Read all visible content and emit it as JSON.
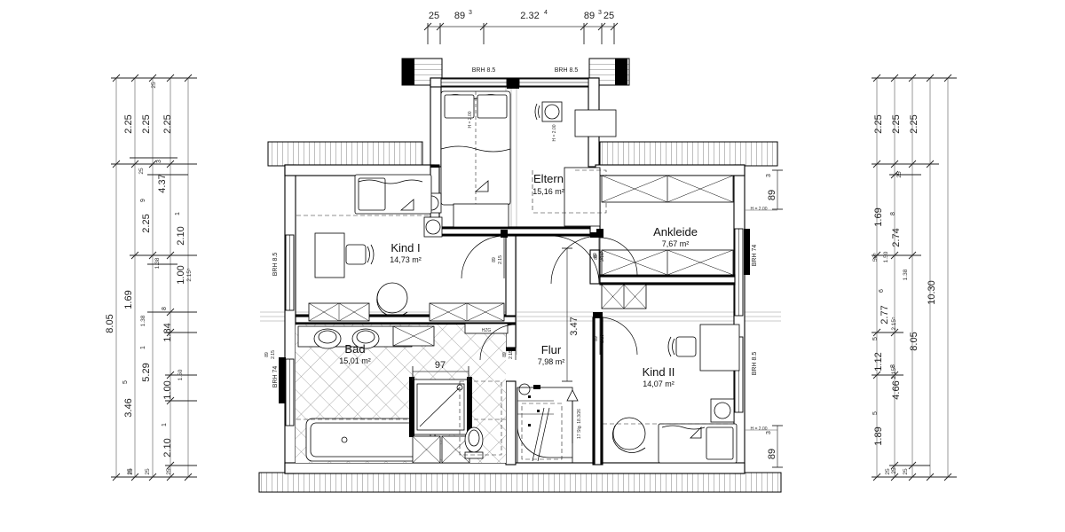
{
  "plan": {
    "type": "architectural-floor-plan",
    "language": "de",
    "description": "Grundriss Obergeschoss - upper floor plan",
    "rooms": [
      {
        "id": "eltern",
        "name": "Eltern",
        "area": "15,16 m²"
      },
      {
        "id": "kind1",
        "name": "Kind I",
        "area": "14,73 m²"
      },
      {
        "id": "ankleide",
        "name": "Ankleide",
        "area": "7,67 m²"
      },
      {
        "id": "bad",
        "name": "Bad",
        "area": "15,01 m²"
      },
      {
        "id": "flur",
        "name": "Flur",
        "area": "7,98 m²"
      },
      {
        "id": "kind2",
        "name": "Kind II",
        "area": "14,07 m²"
      }
    ],
    "top_dimensions": [
      {
        "value": "25",
        "sup": ""
      },
      {
        "value": "89",
        "sup": "3"
      },
      {
        "value": "2.32",
        "sup": "4"
      },
      {
        "value": "89",
        "sup": "3"
      },
      {
        "value": "25",
        "sup": ""
      }
    ],
    "left_dimensions": {
      "chain_outer": [
        {
          "value": "8.05",
          "sup": ""
        }
      ],
      "chain_mid": [
        {
          "value": "2.25",
          "sup": ""
        },
        {
          "value": "1.69",
          "sup": ""
        },
        {
          "value": "3.46",
          "sup": "5"
        },
        {
          "value": "25",
          "sup": ""
        }
      ],
      "chain_inner": [
        {
          "value": "2.25",
          "sup": ""
        },
        {
          "value": "2.25",
          "sup": "9"
        },
        {
          "value": "5.29",
          "sup": "1"
        },
        {
          "value": "25",
          "sup": ""
        }
      ],
      "chain_room": [
        {
          "value": "2.25",
          "sup": ""
        },
        {
          "value": "4.37",
          "sup": "3"
        },
        {
          "value": "2.10",
          "sup": "1"
        },
        {
          "value": "1.00",
          "sup": ""
        },
        {
          "value": "1.84",
          "sup": "8"
        },
        {
          "value": "1.00",
          "sup": ""
        },
        {
          "value": "2.10",
          "sup": "1"
        },
        {
          "value": "25",
          "sup": ""
        }
      ],
      "small_marks": [
        "25",
        "25",
        "1.38",
        "1.38",
        "1.50",
        "2.15⁵",
        "2.15⁵",
        "25",
        "25"
      ]
    },
    "right_dimensions": {
      "chain_outer": [
        {
          "value": "10.30",
          "sup": ""
        }
      ],
      "chain_mid": [
        {
          "value": "2.25",
          "sup": ""
        },
        {
          "value": "8.05",
          "sup": ""
        }
      ],
      "chain_inner": [
        {
          "value": "2.25",
          "sup": ""
        },
        {
          "value": "2.74",
          "sup": "8"
        },
        {
          "value": "2.77",
          "sup": "6"
        },
        {
          "value": "4.66",
          "sup": "8"
        },
        {
          "value": "25",
          "sup": ""
        }
      ],
      "chain_room": [
        {
          "value": "2.25",
          "sup": ""
        },
        {
          "value": "1.69",
          "sup": ""
        },
        {
          "value": "1.12",
          "sup": "5"
        },
        {
          "value": "1.89",
          "sup": "5"
        },
        {
          "value": "25",
          "sup": ""
        }
      ],
      "small_marks": [
        "25",
        "56⁵",
        "1.50",
        "1.38",
        "2.15⁵",
        "2.15⁵",
        "25"
      ]
    },
    "interior_dimensions": [
      {
        "id": "flur-width",
        "value": "3.47",
        "sup": ""
      },
      {
        "id": "shower-width",
        "value": "97",
        "sup": ""
      }
    ],
    "window_labels": [
      {
        "id": "top-left-window",
        "text": "BRH  8.5"
      },
      {
        "id": "top-right-window",
        "text": "BRH  8.5"
      },
      {
        "id": "left-upper-window",
        "text": "BRH  8.5"
      },
      {
        "id": "left-lower-window",
        "text": "BRH  74"
      },
      {
        "id": "right-upper-window",
        "text": "BRH  74"
      },
      {
        "id": "right-lower-window",
        "text": "BRH  8.5"
      }
    ],
    "height_labels": [
      {
        "id": "h-top-left",
        "text": "H = 2.00"
      },
      {
        "id": "h-top-right",
        "text": "H = 2.00"
      },
      {
        "id": "h-right-upper",
        "text": "H = 2.00"
      },
      {
        "id": "h-right-lower",
        "text": "H = 2.00"
      }
    ],
    "sill_dimensions": [
      {
        "id": "right-upper-sill",
        "value": "89",
        "sup": "3"
      },
      {
        "id": "right-lower-sill",
        "value": "89",
        "sup": "3"
      }
    ],
    "door_labels": [
      {
        "id": "door-eltern",
        "width": "89",
        "height": "2.15"
      },
      {
        "id": "door-kind1",
        "width": "89",
        "height": "2.15"
      },
      {
        "id": "door-ankleide",
        "width": "89",
        "height": "2.15"
      },
      {
        "id": "door-kind2",
        "width": "89",
        "height": "2.15"
      },
      {
        "id": "door-bad",
        "width": "89",
        "height": "2.15"
      },
      {
        "id": "door-flur-left",
        "width": "89",
        "height": "2.15"
      }
    ],
    "misc_labels": [
      {
        "id": "heating-label",
        "text": "HZG"
      },
      {
        "id": "stair-label",
        "text": "17 Stg."
      },
      {
        "id": "stair-riser",
        "text": "17 Stg. 18.3/26"
      }
    ],
    "colors": {
      "line": "#000000",
      "paper": "#ffffff",
      "dimension": "#333333",
      "axis": "#c9c9c9"
    }
  }
}
